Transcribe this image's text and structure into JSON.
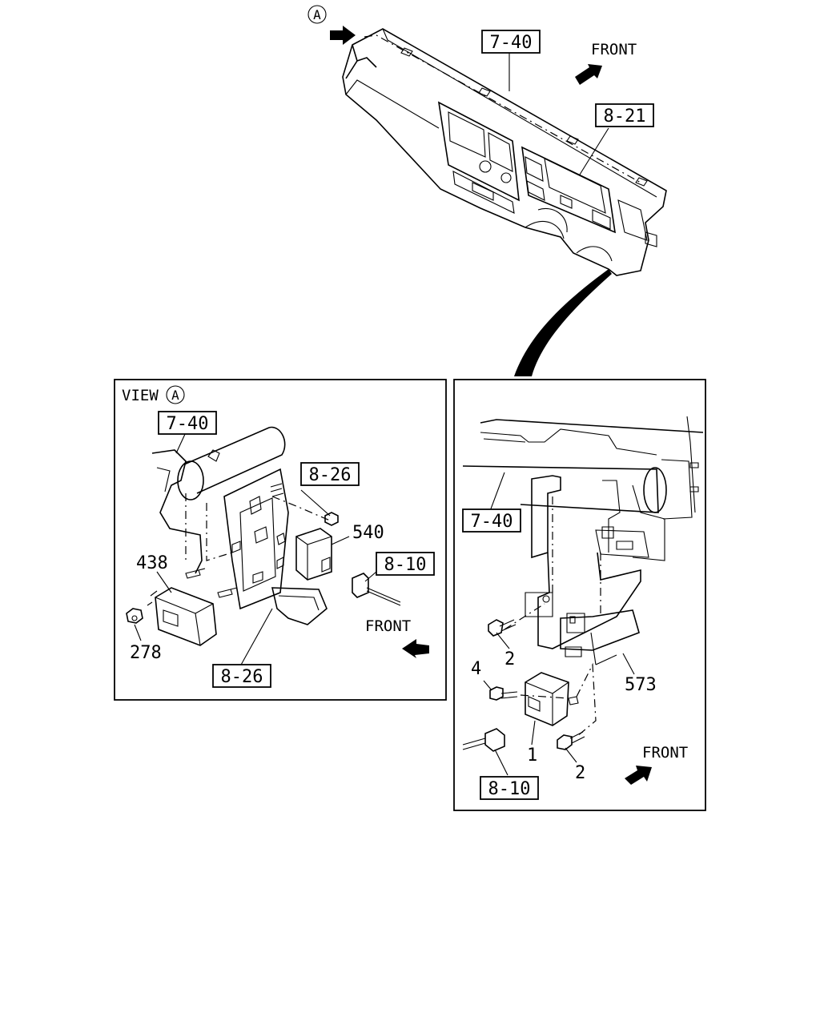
{
  "top_view": {
    "view_marker": "A",
    "ref_panel": "7-40",
    "ref_meter": "8-21",
    "front_label": "FRONT"
  },
  "view_a": {
    "title": "VIEW",
    "title_marker": "A",
    "ref_top": "7-40",
    "ref_mid": "8-26",
    "ref_harness": "8-10",
    "ref_bottom": "8-26",
    "part_540": "540",
    "part_438": "438",
    "part_278": "278",
    "front_label": "FRONT"
  },
  "right_view": {
    "ref_panel": "7-40",
    "ref_harness": "8-10",
    "part_2_upper": "2",
    "part_2_lower": "2",
    "part_573": "573",
    "part_4": "4",
    "part_1": "1",
    "front_label": "FRONT"
  }
}
